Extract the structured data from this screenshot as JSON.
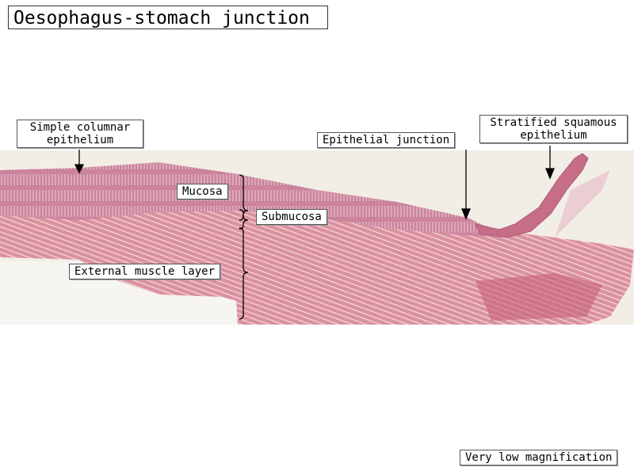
{
  "title": "Oesophagus-stomach junction",
  "labels": {
    "simple_columnar": "Simple columnar\nepithelium",
    "epithelial_junction": "Epithelial junction",
    "stratified_squamous": "Stratified squamous\nepithelium",
    "mucosa": "Mucosa",
    "submucosa": "Submucosa",
    "external_muscle": "External muscle layer"
  },
  "magnification": "Very low magnification",
  "colors": {
    "slide": "#f2eee6",
    "tissue": "#dc919f",
    "mucosa": "#c9809a",
    "muscle_dark": "#c7607a",
    "epithelium": "#c66d88"
  }
}
